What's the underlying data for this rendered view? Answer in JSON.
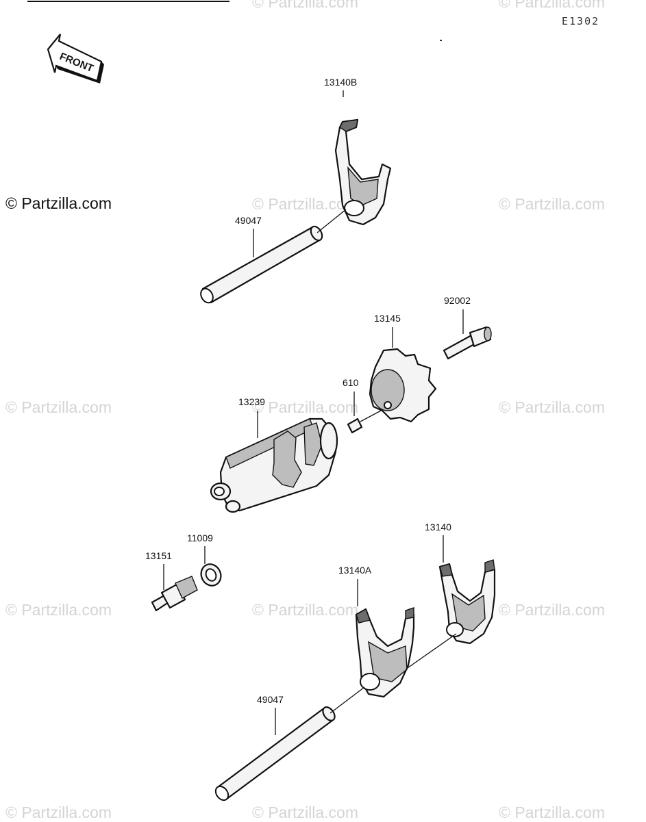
{
  "watermark_text": "© Partzilla.com",
  "copyright": "© Partzilla.com",
  "diagram_code": "E1302",
  "front_label": "FRONT",
  "parts": {
    "fork_13140B": "13140B",
    "shaft_upper": "49047",
    "bolt_92002": "92002",
    "holder_13145": "13145",
    "pin_610": "610",
    "drum_13239": "13239",
    "switch_13151": "13151",
    "gasket_11009": "11009",
    "fork_13140": "13140",
    "fork_13140A": "13140A",
    "shaft_lower": "49047"
  }
}
